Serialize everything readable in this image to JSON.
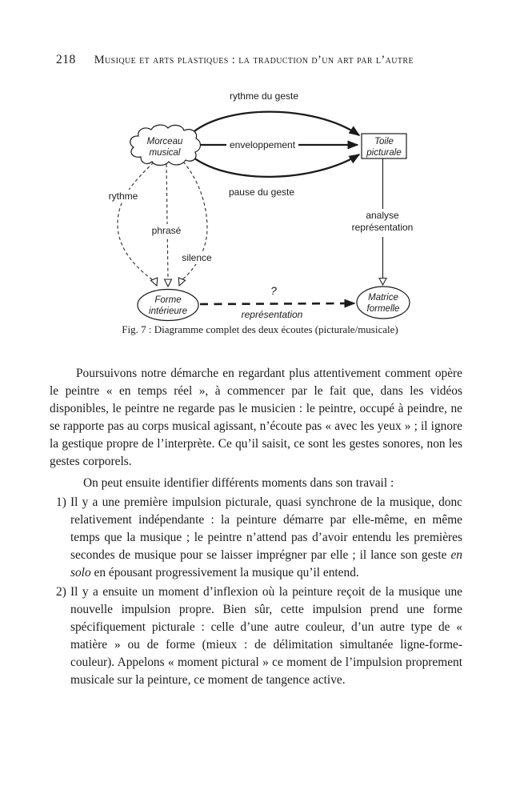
{
  "page": {
    "number": "218",
    "running_title": "Musique et arts plastiques : la traduction d’un art par l’autre"
  },
  "colors": {
    "ink": "#1b1b1b",
    "paper": "#ffffff"
  },
  "figure": {
    "caption": "Fig. 7 : Diagramme complet des deux écoutes (picturale/musicale)",
    "nodes": {
      "morceau_line1": "Morceau",
      "morceau_line2": "musical",
      "toile_line1": "Toile",
      "toile_line2": "picturale",
      "forme_line1": "Forme",
      "forme_line2": "intérieure",
      "matrice_line1": "Matrice",
      "matrice_line2": "formelle"
    },
    "edges": {
      "top": "rythme du geste",
      "middle": "enveloppement",
      "bottom": "pause du geste",
      "dashed_left": "rythme",
      "dashed_middle": "phrasé",
      "dashed_right": "silence",
      "analysis_line1": "analyse",
      "analysis_line2": "représentation",
      "question": "?",
      "representation": "représentation"
    }
  },
  "body": {
    "para1": "Poursuivons notre démarche en regardant plus attentivement comment opère le peintre « en temps réel », à commencer par le fait que, dans les vidéos disponibles, le peintre ne regarde pas le musicien : le peintre, occupé à peindre, ne se rapporte pas au corps musical agissant, n’écoute pas « avec les yeux » ; il ignore la gestique propre de l’interprète. Ce qu’il saisit, ce sont les gestes sonores, non les gestes corporels.",
    "para2": "On peut ensuite identifier différents moments dans son travail :",
    "item1": {
      "marker": "1)",
      "text_a": "Il y a une première impulsion picturale, quasi synchrone de la musique, donc relativement indépendante : la peinture démarre par elle-même, en même temps que la musique ; le peintre n’attend pas d’avoir entendu les premières secondes de musique pour se laisser imprégner par elle ; il lance son geste ",
      "italic": "en solo",
      "text_b": " en épousant progressivement la musique qu’il entend."
    },
    "item2": {
      "marker": "2)",
      "text": "Il y a ensuite un moment d’inflexion où la peinture reçoit de la musique une nouvelle impulsion propre. Bien sûr, cette impulsion prend une forme spécifiquement picturale : celle d’une autre couleur, d’un autre type de « matière » ou de forme (mieux : de délimitation simultanée ligne-forme-couleur). Appelons « moment pictural » ce moment de l’impulsion proprement musicale sur la peinture, ce moment de tangence active."
    }
  }
}
